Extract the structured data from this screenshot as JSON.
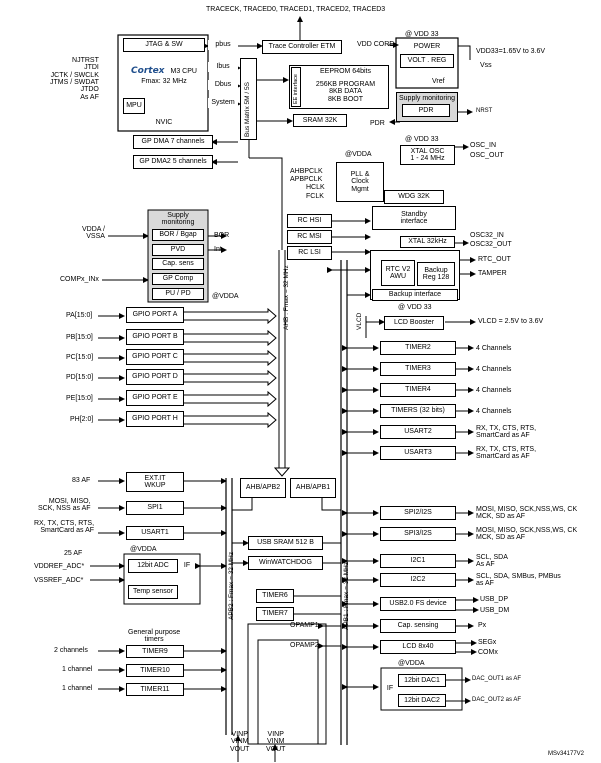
{
  "top": {
    "trace_pins": "TRACECK, TRACED0, TRACED1, TRACED2, TRACED3"
  },
  "left_labels": {
    "jtag_pins": "NJTRST\nJTDI\nJCTK / SWCLK\nJTMS / SWDAT\nJTDO\nAs AF",
    "vdda_vssa": "VDDA /\nVSSA",
    "compx": "COMPx_INx",
    "pa": "PA[15:0]",
    "pb": "PB[15:0]",
    "pc": "PC[15:0]",
    "pd": "PD[15:0]",
    "pe": "PE[15:0]",
    "ph": "PH[2:0]",
    "af83": "83 AF",
    "spi_pins": "MOSI, MISO,\nSCK, NSS as AF",
    "usart_pins": "RX, TX, CTS, RTS,\nSmartCard as AF",
    "af25": "25 AF",
    "vddref": "VDDREF_ADC*",
    "vssref": "VSSREF_ADC*",
    "timer9_ch": "2 channels",
    "timer10_ch": "1 channel",
    "timer11_ch": "1 channel"
  },
  "core": {
    "jtag": "JTAG & SW",
    "logo": "Cortex",
    "m3": "M3 CPU",
    "fmax": "Fmax: 32 MHz",
    "mpu": "MPU",
    "nvic": "NVIC",
    "ibus": "Ibus",
    "dbus": "Dbus",
    "system": "System",
    "pbus": "pbus"
  },
  "bus_matrix": "Bus Matrix 5M / 5S",
  "trace_ctrl": "Trace Controller ETM",
  "memory": {
    "ee_if": "EE interface",
    "eeprom": "EEPROM 64bits",
    "flash": "256KB PROGRAM\n8KB DATA\n8KB BOOT",
    "sram": "SRAM  32K"
  },
  "dma": {
    "dma1": "GP DMA 7 channels",
    "dma2": "GP DMA2 5 channels"
  },
  "power": {
    "vdd33": "@ VDD 33",
    "vddcore": "VDD CORE",
    "title": "POWER",
    "volt_reg": "VOLT . REG",
    "vref": "Vref",
    "vdd33_range": "VDD33=1.65V to 3.6V",
    "vss": "Vss",
    "supply_mon": "Supply monitoring",
    "pdr": "PDR",
    "pdr_left": "PDR",
    "nrst": "NRST"
  },
  "clock": {
    "vdd33": "@ VDD 33",
    "xtal": "XTAL OSC\n1 - 24 MHz",
    "osc_in": "OSC_IN",
    "osc_out": "OSC_OUT",
    "vdda": "@VDDA",
    "pll": "PLL &\nClock\nMgmt",
    "ahbpclk": "AHBPCLK",
    "apbpclk": "APBPCLK",
    "hclk": "HCLK",
    "fclk": "FCLK",
    "wdg": "WDG 32K",
    "standby": "Standby\ninterface",
    "rc_hsi": "RC  HSI",
    "rc_msi": "RC  MSI",
    "rc_lsi": "RC  LSI",
    "xtal32": "XTAL 32kHz",
    "osc32_in": "OSC32_IN",
    "osc32_out": "OSC32_OUT",
    "rtc": "RTC V2\nAWU",
    "backup_reg": "Backup\nReg 128",
    "rtc_out": "RTC_OUT",
    "tamper": "TAMPER",
    "backup_if": "Backup interface"
  },
  "supply": {
    "title": "Supply\nmonitoring",
    "bor_bgap": "BOR / Bgap",
    "bor": "BOR",
    "pvd": "PVD",
    "int": "Int",
    "cap_sens": "Cap. sens",
    "gp_comp": "GP Comp",
    "pu_pd": "PU / PD",
    "vdda": "@VDDA"
  },
  "gpio": {
    "a": "GPIO PORT A",
    "b": "GPIO PORT B",
    "c": "GPIO PORT C",
    "d": "GPIO PORT D",
    "e": "GPIO PORT E",
    "h": "GPIO PORT H"
  },
  "ahb_bus": "AHB : Fmax = 32 MHz",
  "lcd": {
    "vdd33": "@ VDD 33",
    "vlcd": "VLCD",
    "booster": "LCD Booster",
    "range": "VLCD = 2.5V to 3.6V"
  },
  "apb1_periph": {
    "timer2": "TIMER2",
    "timer3": "TIMER3",
    "timer4": "TIMER4",
    "timers32": "TIMERS (32 bits)",
    "usart2": "USART2",
    "usart3": "USART3",
    "spi2": "SPI2/I2S",
    "spi3": "SPI3/I2S",
    "i2c1": "I2C1",
    "i2c2": "I2C2",
    "usb": "USB2.0 FS device",
    "cap": "Cap. sensing",
    "lcd": "LCD 8x40",
    "vdda": "@VDDA",
    "if": "IF",
    "dac1": "12bit DAC1",
    "dac2": "12bit DAC2"
  },
  "right_labels": {
    "ch2": "4 Channels",
    "ch3": "4 Channels",
    "ch4": "4 Channels",
    "ch32": "4 Channels",
    "usart2": "RX, TX, CTS, RTS,\nSmartCard as AF",
    "usart3": "RX, TX, CTS, RTS,\nSmartCard as AF",
    "spi2": "MOSI, MISO, SCK,NSS,WS, CK\nMCK, SD as AF",
    "spi3": "MOSI, MISO, SCK,NSS,WS, CK\nMCK, SD as AF",
    "i2c1": "SCL, SDA\nAs AF",
    "i2c2": "SCL, SDA, SMBus, PMBus\nas AF",
    "usb_dp": "USB_DP",
    "usb_dm": "USB_DM",
    "px": "Px",
    "segx": "SEGx",
    "comx": "COMx",
    "dac1": "DAC_OUT1 as AF",
    "dac2": "DAC_OUT2 as AF"
  },
  "bridges": {
    "ahb_apb2": "AHB/APB2",
    "ahb_apb1": "AHB/APB1"
  },
  "apb2_periph": {
    "exti": "EXT.IT\nWKUP",
    "spi1": "SPI1",
    "usart1": "USART1",
    "vdda": "@VDDA",
    "adc": "12bit ADC",
    "if": "IF",
    "temp": "Temp sensor",
    "gp_timers": "General purpose\ntimers",
    "timer9": "TIMER9",
    "timer10": "TIMER10",
    "timer11": "TIMER11"
  },
  "mid_periph": {
    "usb_sram": "USB SRAM 512 B",
    "winwdg": "WinWATCHDOG",
    "timer6": "TIMER6",
    "timer7": "TIMER7",
    "opamp1": "OPAMP1",
    "opamp2": "OPAMP2"
  },
  "apb2_bus": "APB2 : Fmax = 32 MHz",
  "apb1_bus": "APB1 : Fmax = 32 MHz",
  "bottom": {
    "opamp_pins1": "VINP\nVINM\nVOUT",
    "opamp_pins2": "VINP\nVINM\nVOUT",
    "ref": "MSv34177V2"
  }
}
